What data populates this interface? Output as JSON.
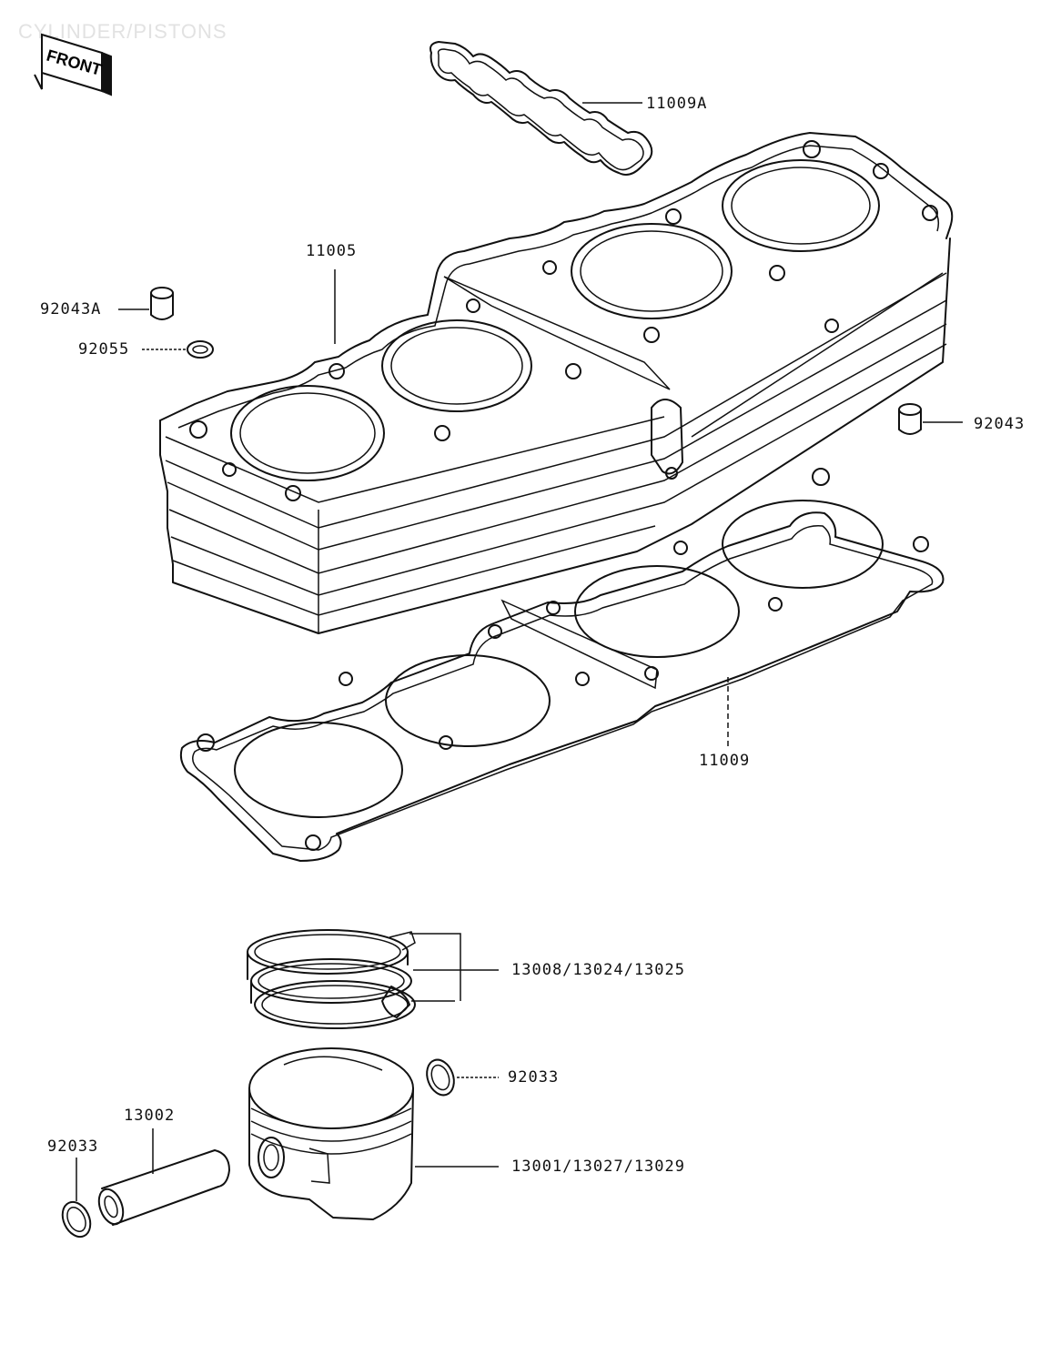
{
  "header": {
    "watermark": "CYLINDER/PISTONS",
    "front_badge": "FRONT"
  },
  "labels": {
    "p_11009A": "11009A",
    "p_11005": "11005",
    "p_92043A": "92043A",
    "p_92055": "92055",
    "p_92043": "92043",
    "p_11009": "11009",
    "p_rings": "13008/13024/13025",
    "p_92033_right": "92033",
    "p_13002": "13002",
    "p_92033_left": "92033",
    "p_piston": "13001/13027/13029"
  },
  "colors": {
    "line": "#111111",
    "background": "#ffffff"
  }
}
